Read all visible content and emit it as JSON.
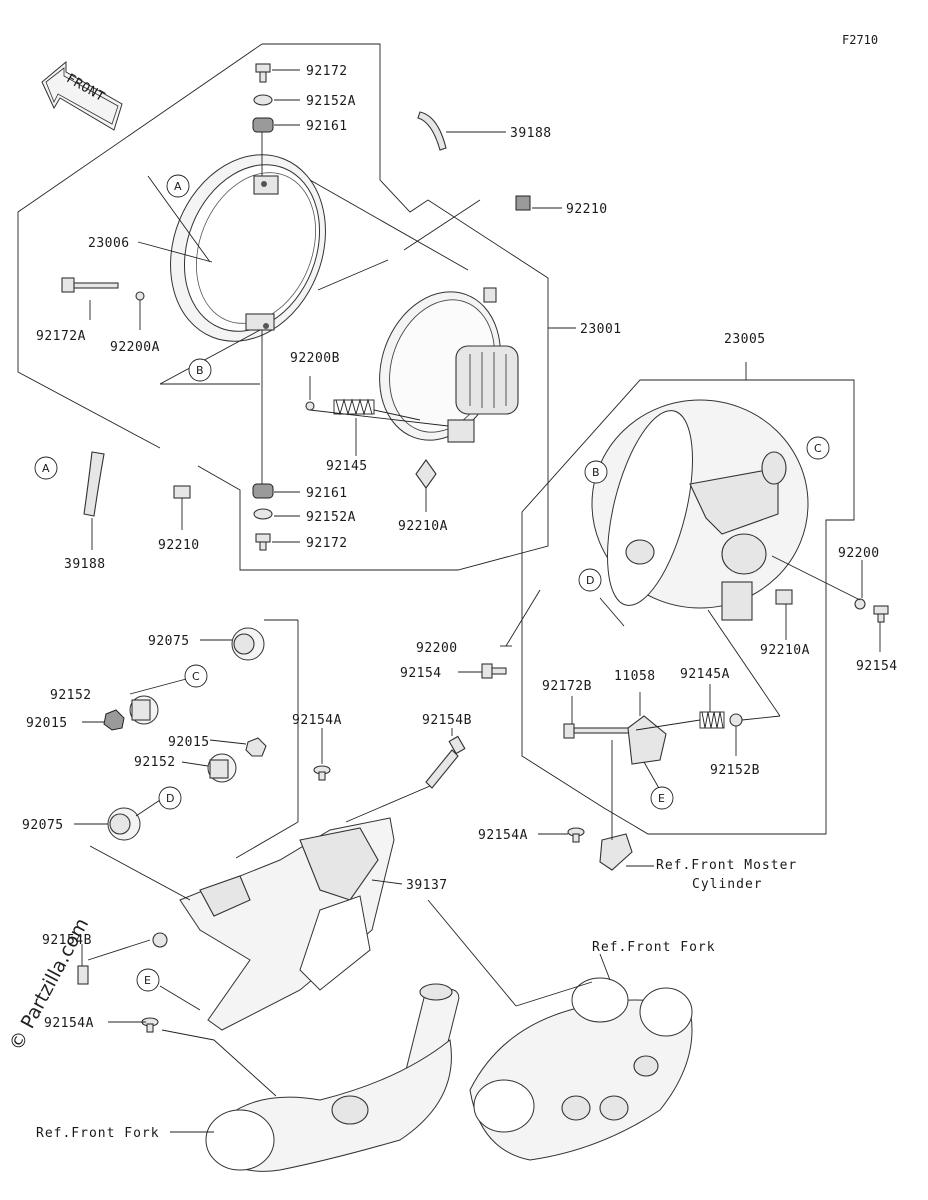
{
  "figure_id": "F2710",
  "front_label": "FRONT",
  "watermark": "© Partzilla.com",
  "parts": {
    "p92172_top": "92172",
    "p92152A_top": "92152A",
    "p92161_top": "92161",
    "p39188_top": "39188",
    "p92210_top": "92210",
    "p23006": "23006",
    "p92172A": "92172A",
    "p92200A": "92200A",
    "p92200B": "92200B",
    "p23001": "23001",
    "p92145": "92145",
    "p92161_bot": "92161",
    "p92152A_bot": "92152A",
    "p92172_bot": "92172",
    "p92210_left": "92210",
    "p92210A_left": "92210A",
    "p39188_left": "39188",
    "p23005": "23005",
    "p92200_right": "92200",
    "p92154_right": "92154",
    "p92210A_right": "92210A",
    "p92200_mid": "92200",
    "p92154_mid": "92154",
    "p92172B": "92172B",
    "p11058": "11058",
    "p92145A": "92145A",
    "p92152B": "92152B",
    "p92154A_right": "92154A",
    "p92075_top": "92075",
    "p92152_left": "92152",
    "p92015_left": "92015",
    "p92154A_mid": "92154A",
    "p92154B_mid": "92154B",
    "p92015_mid": "92015",
    "p92152_mid": "92152",
    "p92075_bot": "92075",
    "p39137": "39137",
    "p92154B_left": "92154B",
    "p92154A_left": "92154A"
  },
  "refs": {
    "master_cyl_line1": "Ref.Front Moster",
    "master_cyl_line2": "Cylinder",
    "front_fork_right": "Ref.Front Fork",
    "front_fork_left": "Ref.Front Fork"
  },
  "circle_letters": {
    "A1": "A",
    "B1": "B",
    "A2": "A",
    "B2": "B",
    "C1": "C",
    "D1": "D",
    "C2": "C",
    "D2": "D",
    "E1": "E",
    "E2": "E"
  }
}
